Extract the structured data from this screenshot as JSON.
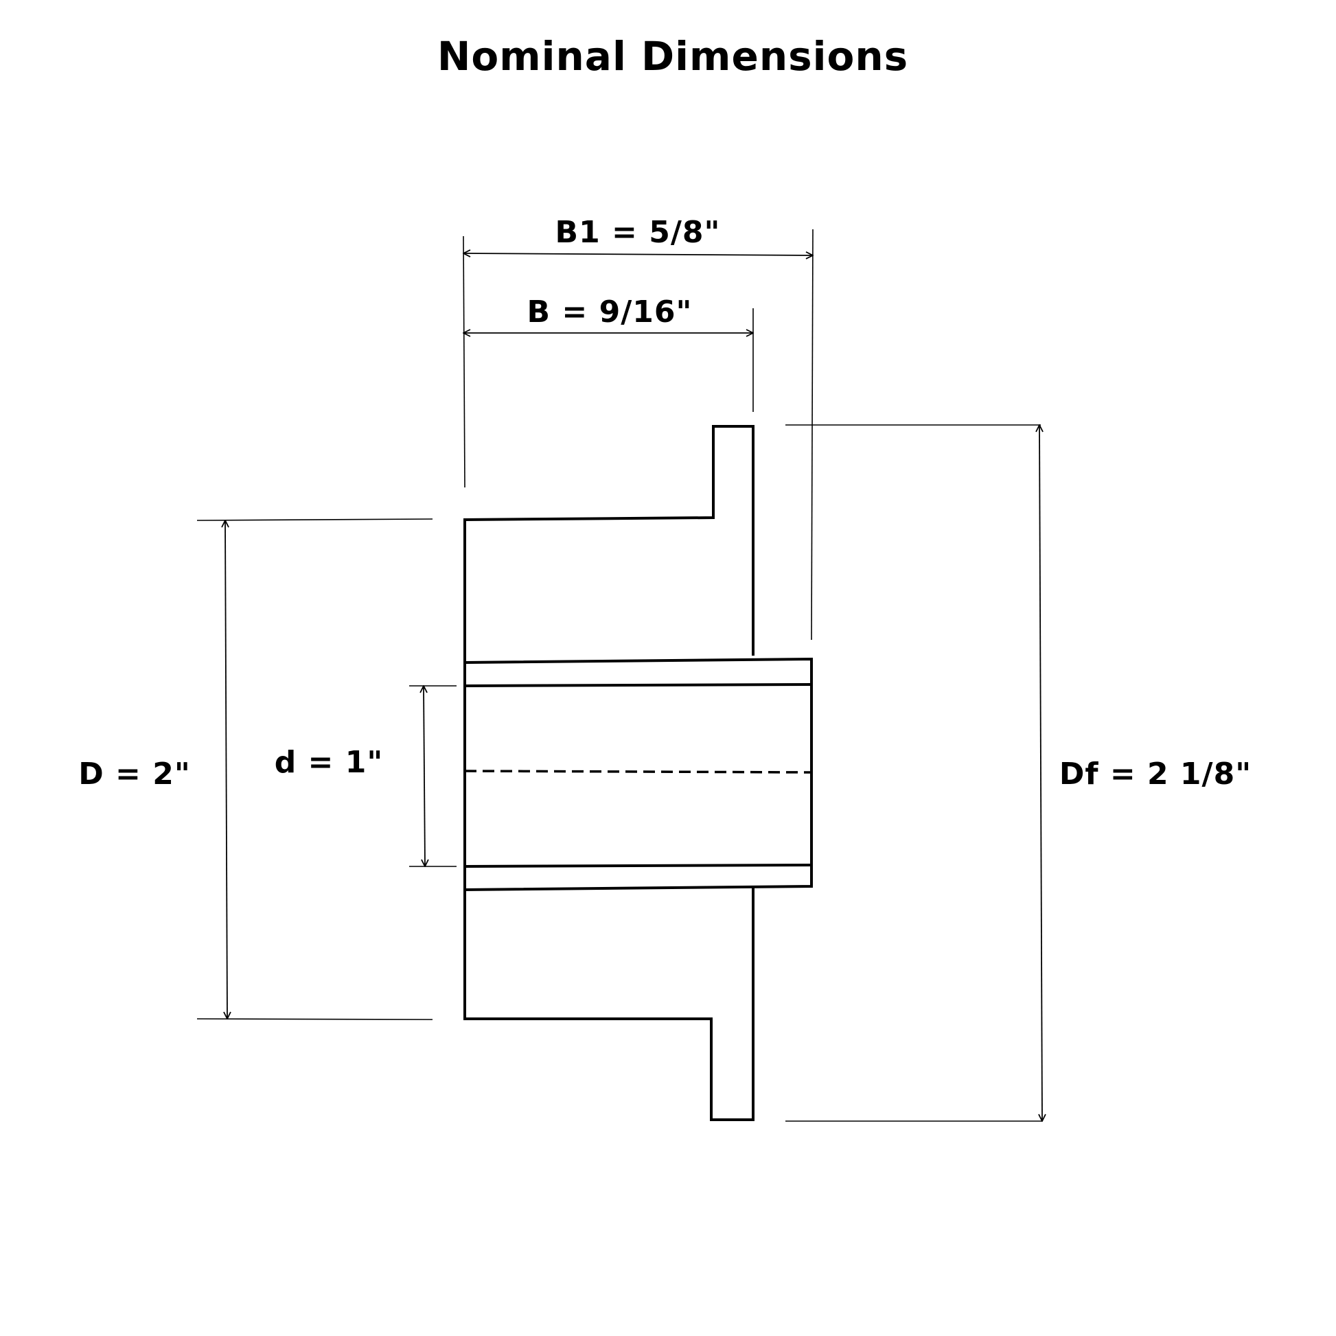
{
  "title": "Nominal Dimensions",
  "dimensions": {
    "B1": "B1 = 5/8\"",
    "B": "B = 9/16\"",
    "D": "D = 2\"",
    "d": "d = 1\"",
    "Df": "Df = 2 1/8\""
  },
  "colors": {
    "background": "#ffffff",
    "ink": "#000000"
  }
}
